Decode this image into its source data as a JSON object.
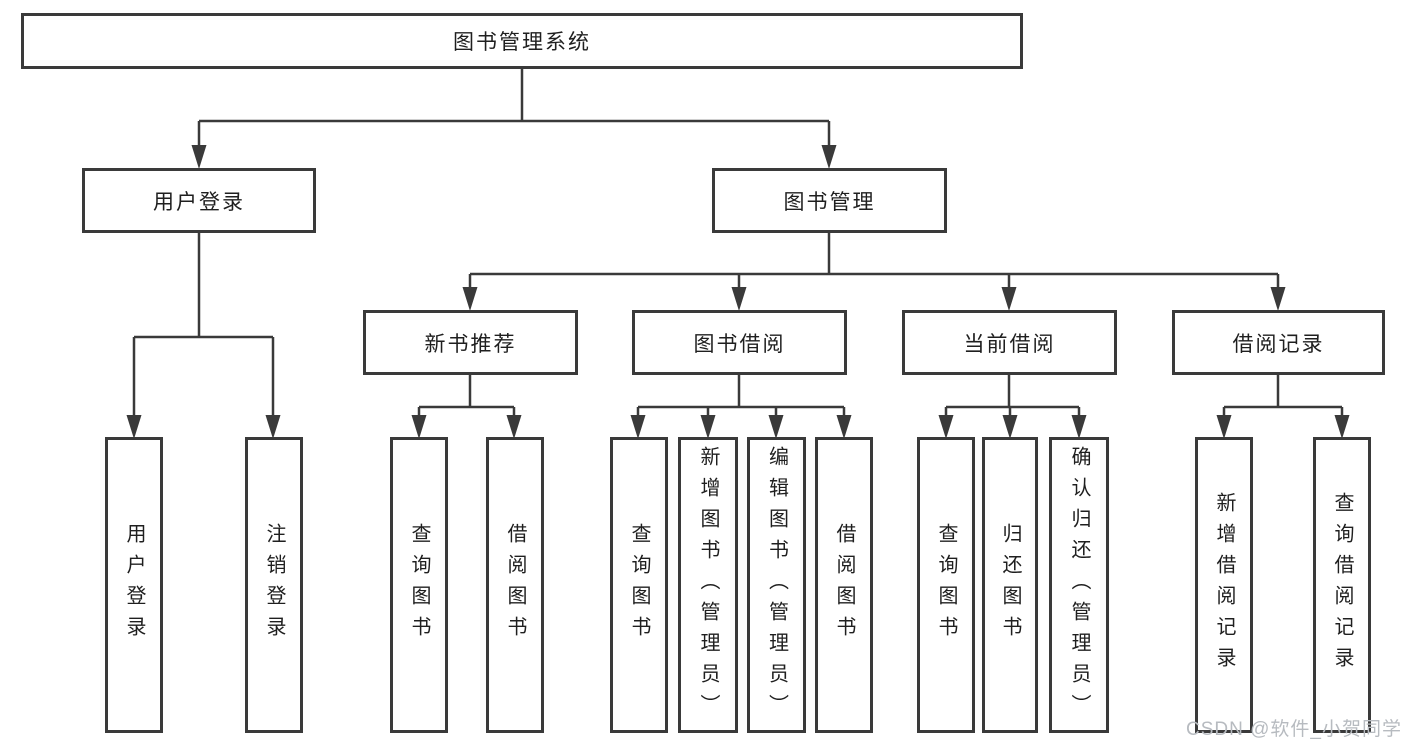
{
  "colors": {
    "line": "#3a3a3a",
    "box_border": "#3a3a3a",
    "text": "#1f1f1f",
    "watermark": "#b7bbc0",
    "background": "#ffffff"
  },
  "nodes": {
    "root": "图书管理系统",
    "level2": {
      "user_login": "用户登录",
      "book_mgmt": "图书管理"
    },
    "level3": {
      "new_books": "新书推荐",
      "book_borrow": "图书借阅",
      "current_borrow": "当前借阅",
      "borrow_records": "借阅记录"
    },
    "leaves": {
      "login_user": "用户登录",
      "login_logout": "注销登录",
      "nb_query": "查询图书",
      "nb_borrow": "借阅图书",
      "bb_query": "查询图书",
      "bb_add": "新增图书（管理员）",
      "bb_edit": "编辑图书（管理员）",
      "bb_borrow": "借阅图书",
      "cb_query": "查询图书",
      "cb_return": "归还图书",
      "cb_confirm": "确认归还（管理员）",
      "br_add": "新增借阅记录",
      "br_query": "查询借阅记录"
    }
  },
  "watermark": "CSDN @软件_小贺同学"
}
